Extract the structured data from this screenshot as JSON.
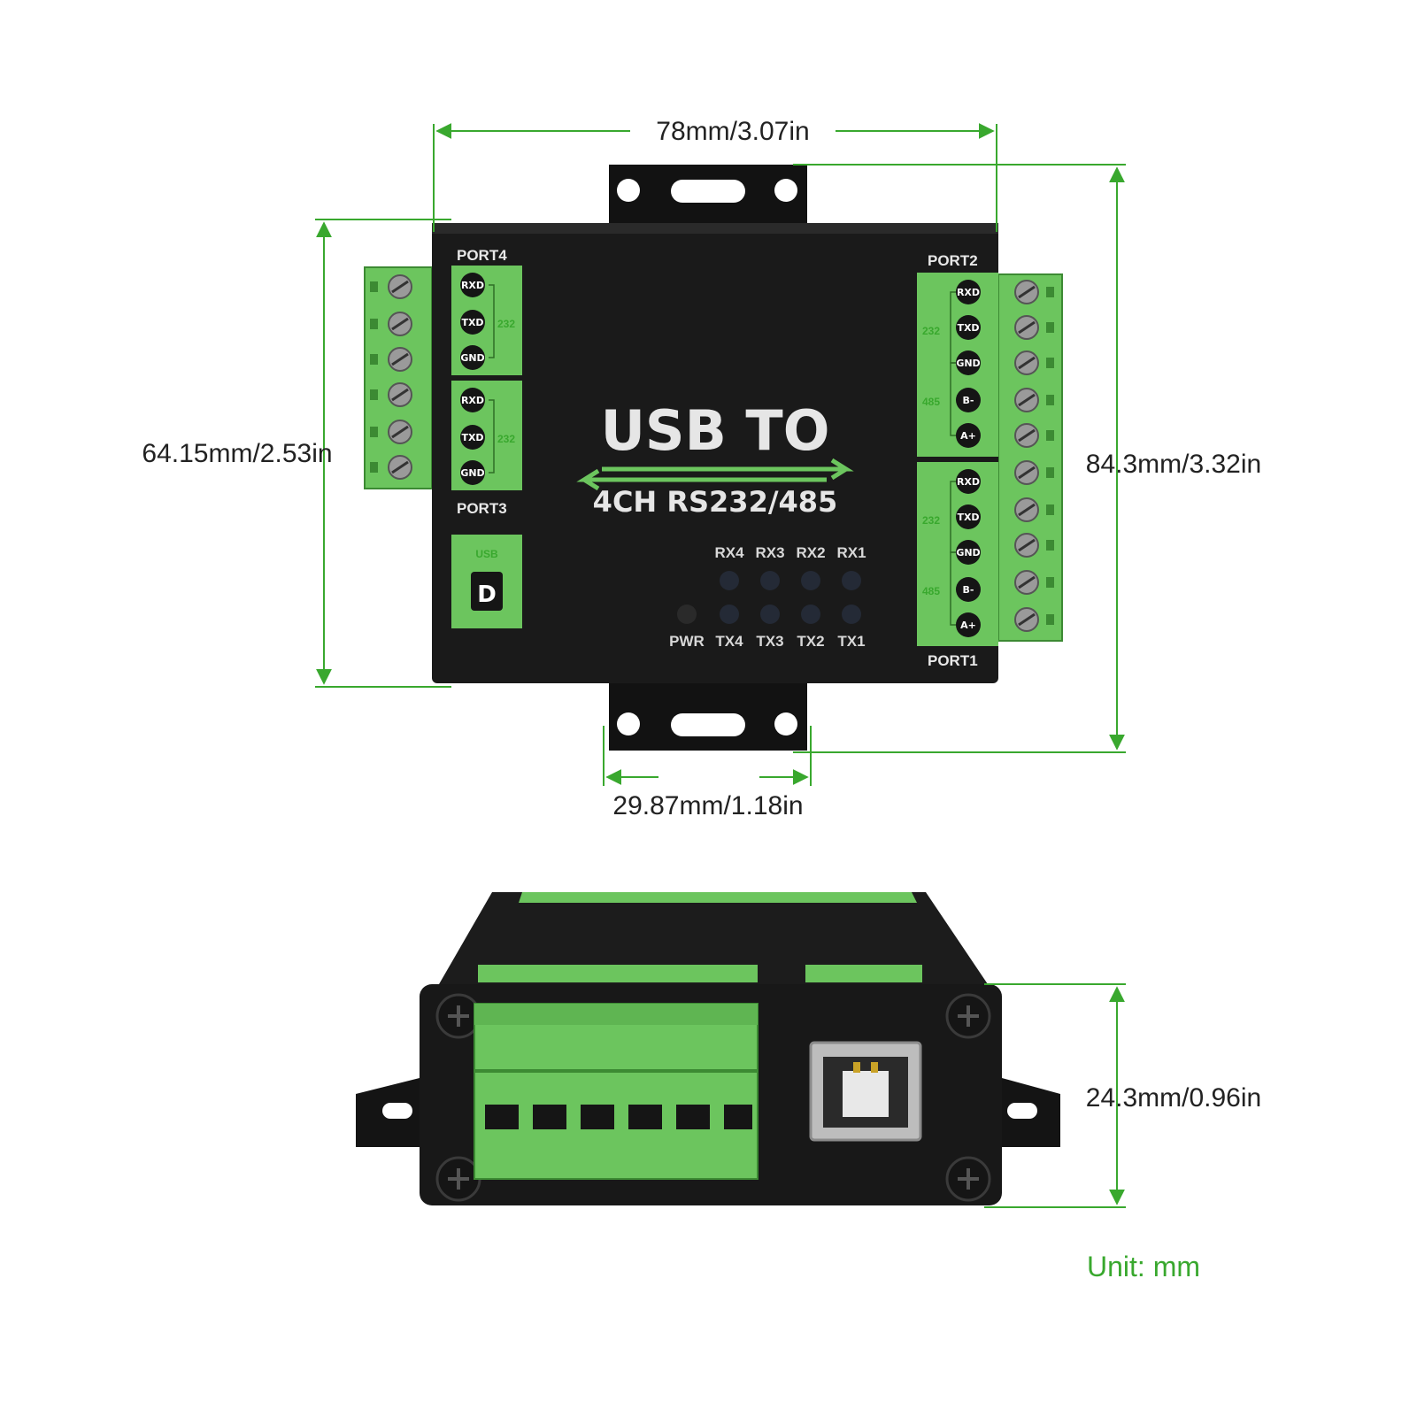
{
  "dimensions": {
    "width": "78mm/3.07in",
    "depth_left": "64.15mm/2.53in",
    "depth_right": "84.3mm/3.32in",
    "mount_spacing": "29.87mm/1.18in",
    "height": "24.3mm/0.96in"
  },
  "unit_note": "Unit: mm",
  "device": {
    "title_line1": "USB TO",
    "title_line2": "4CH RS232/485",
    "usb_label": "USB",
    "usb_glyph": "D",
    "ports": {
      "port4": {
        "name": "PORT4",
        "pins": [
          "RXD",
          "TXD",
          "GND"
        ],
        "mode": "232"
      },
      "port3": {
        "name": "PORT3",
        "pins": [
          "RXD",
          "TXD",
          "GND"
        ],
        "mode": "232"
      },
      "port2": {
        "name": "PORT2",
        "pins": [
          "RXD",
          "TXD",
          "GND",
          "B-",
          "A+"
        ],
        "mode_232": "232",
        "mode_485": "485"
      },
      "port1": {
        "name": "PORT1",
        "pins": [
          "RXD",
          "TXD",
          "GND",
          "B-",
          "A+"
        ],
        "mode_232": "232",
        "mode_485": "485"
      }
    },
    "leds_top": [
      "RX4",
      "RX3",
      "RX2",
      "RX1"
    ],
    "leds_bottom": [
      "PWR",
      "TX4",
      "TX3",
      "TX2",
      "TX1"
    ]
  },
  "colors": {
    "accent_green": "#39a82e",
    "terminal_green": "#6cc55e",
    "enclosure": "#1a1a1a"
  }
}
